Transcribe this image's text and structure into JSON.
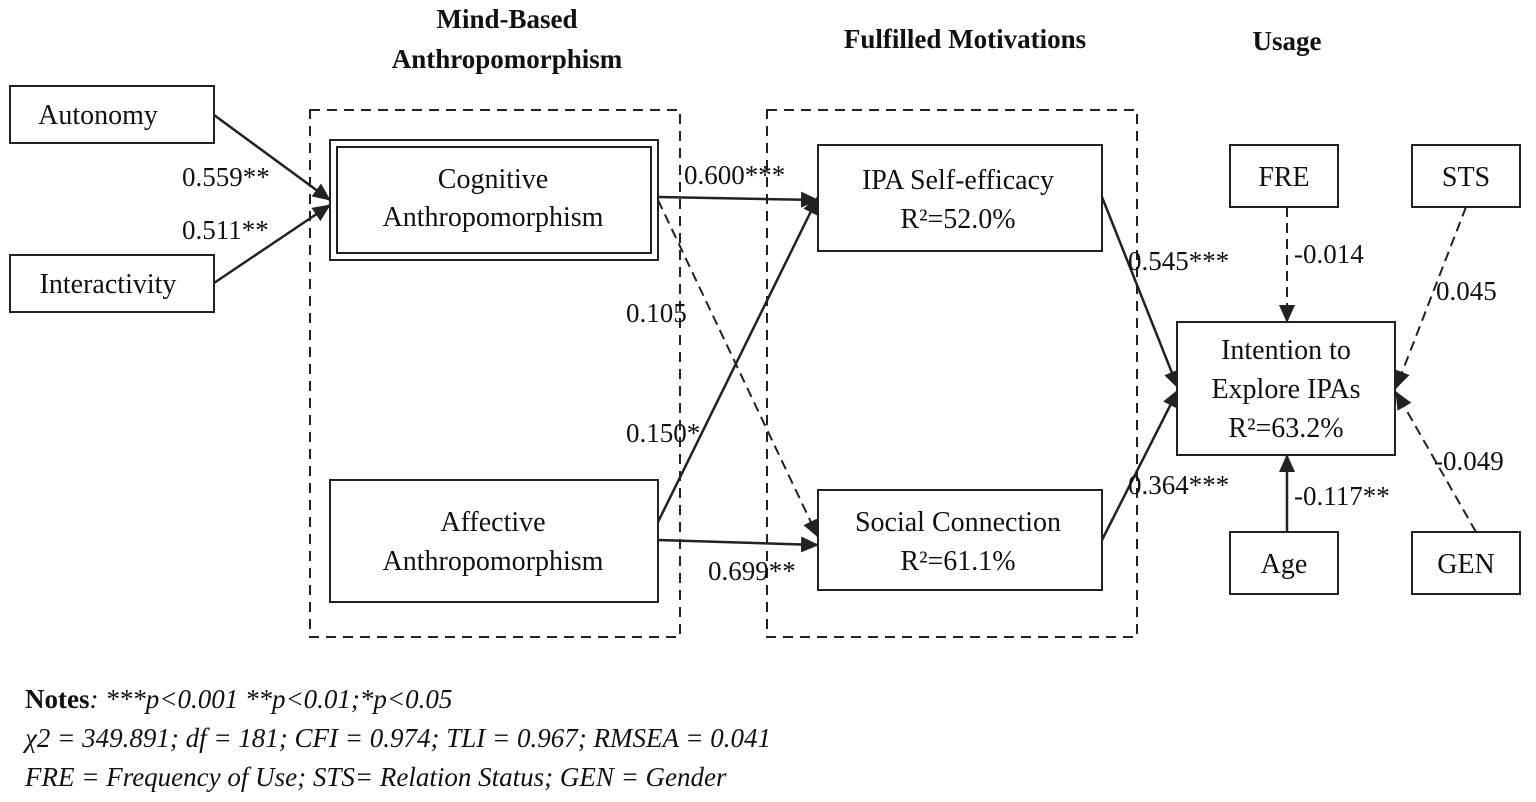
{
  "headers": {
    "mind_line1": "Mind-Based",
    "mind_line2": "Anthropomorphism",
    "motivations": "Fulfilled Motivations",
    "usage": "Usage"
  },
  "nodes": {
    "autonomy": "Autonomy",
    "interactivity": "Interactivity",
    "cognitive_line1": "Cognitive",
    "cognitive_line2": "Anthropomorphism",
    "affective_line1": "Affective",
    "affective_line2": "Anthropomorphism",
    "self_efficacy_line1": "IPA Self-efficacy",
    "self_efficacy_r2": "R²=52.0%",
    "social_line1": "Social Connection",
    "social_r2": "R²=61.1%",
    "intention_line1": "Intention to",
    "intention_line2": "Explore IPAs",
    "intention_r2": "R²=63.2%",
    "fre": "FRE",
    "sts": "STS",
    "age": "Age",
    "gen": "GEN"
  },
  "coefficients": {
    "autonomy_cognitive": "0.559**",
    "interactivity_cognitive": "0.511**",
    "cognitive_self_efficacy": "0.600***",
    "cognitive_social": "0.105",
    "affective_self_efficacy": "0.150*",
    "affective_social": "0.699**",
    "self_efficacy_intention": "0.545***",
    "social_intention": "0.364***",
    "fre_intention": "-0.014",
    "sts_intention": "0.045",
    "age_intention": "-0.117**",
    "gen_intention": "-0.049"
  },
  "notes": {
    "label": "Notes",
    "sig": ": ***p<0.001 **p<0.01;*p<0.05",
    "fit": "χ2 = 349.891; df = 181; CFI = 0.974; TLI = 0.967; RMSEA = 0.041",
    "abbrev": "FRE = Frequency of  Use; STS= Relation Status; GEN = Gender"
  }
}
